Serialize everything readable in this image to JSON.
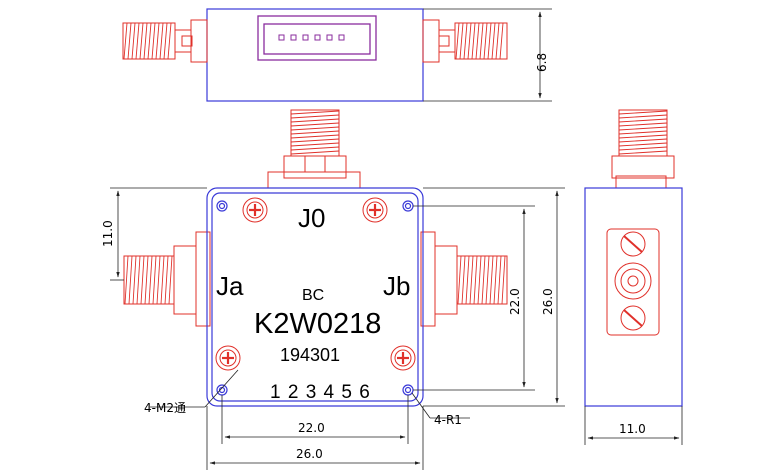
{
  "labels": {
    "port_top": "J0",
    "port_left": "Ja",
    "port_right": "Jb",
    "brand": "BC",
    "model": "K2W0218",
    "serial": "194301",
    "pins": "1 2 3 4 5 6"
  },
  "dimensions": {
    "height_side": "6.8",
    "left_11": "11.0",
    "inner_22_v": "22.0",
    "outer_26_v": "26.0",
    "inner_22_h": "22.0",
    "outer_26_h": "26.0",
    "side_width": "11.0"
  },
  "callouts": {
    "mount": "4-M2通",
    "radius": "4-R1"
  },
  "colors": {
    "outline": "#3a3ad8",
    "connector": "#e0302a",
    "header": "#8a2c9e"
  }
}
